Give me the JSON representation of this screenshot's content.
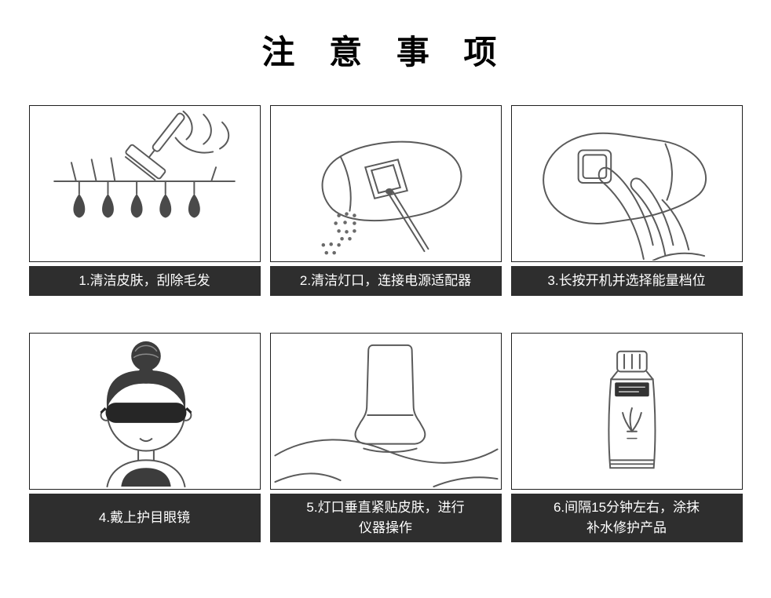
{
  "page": {
    "title": "注 意 事 项",
    "background": "#ffffff"
  },
  "theme": {
    "caption_bg": "#2e2e2e",
    "caption_text": "#ffffff",
    "frame_border": "#1f1f1f",
    "line_art": "#5a5a5a"
  },
  "steps": [
    {
      "lines": [
        "1.清洁皮肤，刮除毛发"
      ],
      "illustration": "razor-shaving-illustration"
    },
    {
      "lines": [
        "2.清洁灯口，连接电源适配器"
      ],
      "illustration": "device-lamp-cleaning-illustration"
    },
    {
      "lines": [
        "3.长按开机并选择能量档位"
      ],
      "illustration": "power-button-press-illustration"
    },
    {
      "lines": [
        "4.戴上护目眼镜"
      ],
      "illustration": "protective-goggles-girl-illustration"
    },
    {
      "lines": [
        "5.灯口垂直紧贴皮肤，进行",
        "仪器操作"
      ],
      "illustration": "device-on-skin-illustration"
    },
    {
      "lines": [
        "6.间隔15分钟左右，涂抹",
        "补水修护产品"
      ],
      "illustration": "repair-gel-tube-illustration"
    }
  ]
}
